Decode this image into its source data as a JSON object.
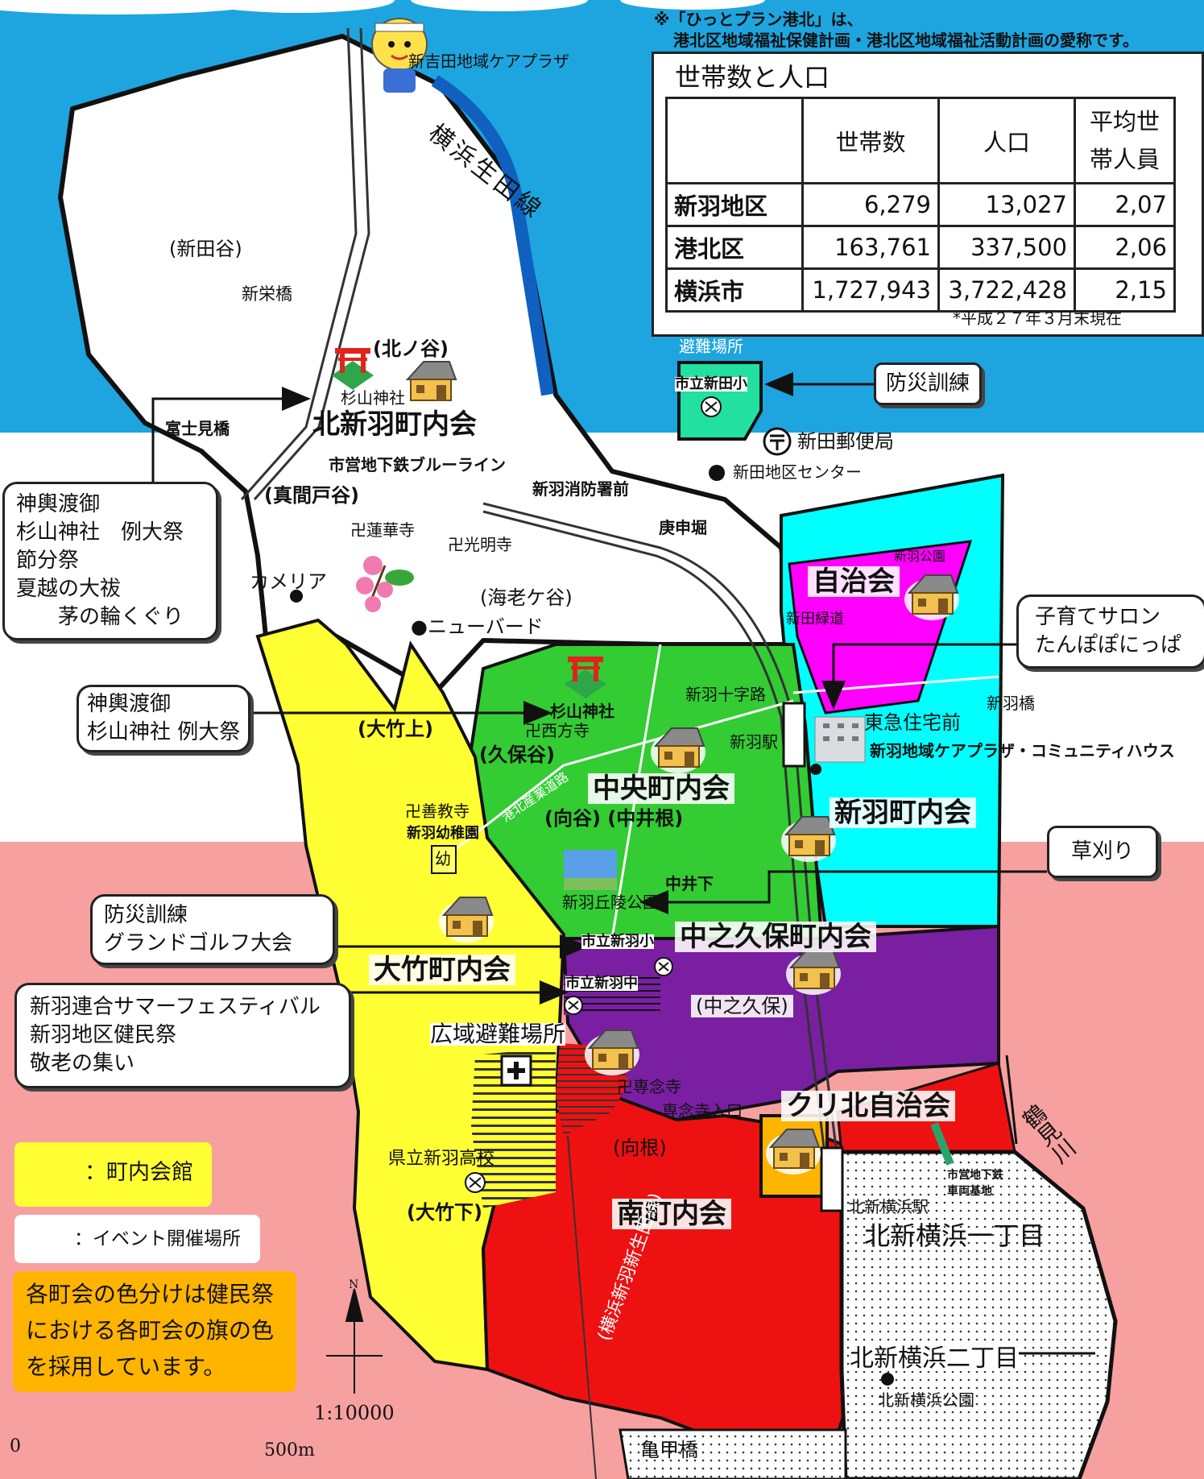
{
  "mascot_label": "新吉田地域ケアプラザ",
  "note": {
    "line1": "※「ひっとプラン港北」は、",
    "line2": "港北区地域福祉保健計画・港北区地域福祉活動計画の愛称です。"
  },
  "population_table": {
    "title": "世帯数と人口",
    "headers": [
      "",
      "世帯数",
      "人口",
      "平均世帯人員"
    ],
    "header_avg_lines": [
      "平均世",
      "帯人員"
    ],
    "rows": [
      {
        "name": "新羽地区",
        "households": "6,279",
        "population": "13,027",
        "avg": "2,07"
      },
      {
        "name": "港北区",
        "households": "163,761",
        "population": "337,500",
        "avg": "2,06"
      },
      {
        "name": "横浜市",
        "households": "1,727,943",
        "population": "3,722,428",
        "avg": "2,15"
      }
    ],
    "footnote": "*平成２７年３月末現在"
  },
  "districts": {
    "kitanippa": "北新羽町内会",
    "jichikai": "自治会",
    "chuo": "中央町内会",
    "nippa": "新羽町内会",
    "nakanokubo": "中之久保町内会",
    "otake": "大竹町内会",
    "kurikita": "クリ北自治会",
    "minami": "南町内会",
    "kitashinyoko1": "北新横浜一丁目",
    "kitashinyoko2": "北新横浜二丁目"
  },
  "places": {
    "yokohama_ikuta_line": "横浜生田線",
    "nittaya": "(新田谷)",
    "shinsakaebashi": "新栄橋",
    "kitanoya": "(北ノ谷)",
    "sugiyama_shrine_1": "杉山神社",
    "fujimibashi": "富士見橋",
    "blue_line": "市営地下鉄ブルーライン",
    "mamadoya": "(真間戸谷)",
    "rengeji": "卍蓮華寺",
    "komyoji": "卍光明寺",
    "fire_station": "新羽消防署前",
    "koshinbori": "庚申堀",
    "camellia": "カメリア",
    "ebigaya": "(海老ケ谷)",
    "newbird": "●ニューバード",
    "nippa_park": "新羽公園",
    "nitta_ryokudo": "新田緑道",
    "evacuation_site": "避難場所",
    "nitta_elem": "市立新田小",
    "nitta_post": "新田郵便局",
    "nitta_center": "新田地区センター",
    "otakekami": "(大竹上)",
    "sugiyama_shrine_2": "杉山神社",
    "saihoji": "卍西方寺",
    "kuboya": "(久保谷)",
    "nippa_jujiro": "新羽十字路",
    "nippa_station": "新羽駅",
    "nippabashi": "新羽橋",
    "tokyu_jutaku": "東急住宅前",
    "care_plaza": "新羽地域ケアプラザ・コミュニティハウス",
    "kohoku_road": "港北産業道路",
    "zenkyoji": "卍善教寺",
    "nippa_kindergarten": "新羽幼稚園",
    "kindergarten_mark": "幼",
    "mukaiya": "(向谷) (中井根)",
    "nippa_hill_park": "新羽丘陵公園",
    "nakaishita": "中井下",
    "nippa_elem": "市立新羽小",
    "nippa_jhs": "市立新羽中",
    "nakanokubo_area": "(中之久保)",
    "wide_evac": "広域避難場所",
    "sennenji": "卍専念寺",
    "sennenji_iriguchi": "専念寺入口",
    "mukone": "(向根)",
    "tsurumi_river": "鶴見川",
    "depot": [
      "市営地下鉄",
      "車両基地"
    ],
    "kitashinyoko_station": "北新横浜駅",
    "nippa_high": "県立新羽高校",
    "otakeshita": "(大竹下)",
    "yokohama_shinnippa_line": "(横浜新羽新生田線)",
    "kitashinyoko_park": "北新横浜公園",
    "kamenokobashi": "亀甲橋"
  },
  "event_boxes": {
    "bousai_right": "防災訓練",
    "sugiyama_big": [
      "神輿渡御",
      "杉山神社　例大祭",
      "節分祭",
      "夏越の大祓",
      "　　茅の輪くぐり"
    ],
    "sugiyama_small": [
      "神輿渡御",
      "杉山神社 例大祭"
    ],
    "kosodate": [
      "子育てサロン",
      "たんぽぽにっぱ"
    ],
    "kusakari": "草刈り",
    "bousai_golf": [
      "防災訓練",
      "グランドゴルフ大会"
    ],
    "summer_fest": [
      "新羽連合サマーフェスティバル",
      "新羽地区健民祭",
      "敬老の集い"
    ]
  },
  "legend": {
    "hall": "：町内会館",
    "event": "：イベント開催場所",
    "note": [
      "各町会の色分けは健民祭",
      "における各町会の旗の色",
      "を採用しています。"
    ]
  },
  "scale": {
    "ratio": "1:10000",
    "zero": "0",
    "distance": "500m",
    "north": "N"
  },
  "colors": {
    "sky": "#1ea5df",
    "pink_band": "#f7a0a0",
    "yellow": "#ffff33",
    "green": "#33cc33",
    "cyan": "#00ffff",
    "magenta": "#ff00ff",
    "purple": "#7a1fa2",
    "red": "#ee1111",
    "orange": "#ffb400",
    "nitta_school": "#22e0a0"
  }
}
